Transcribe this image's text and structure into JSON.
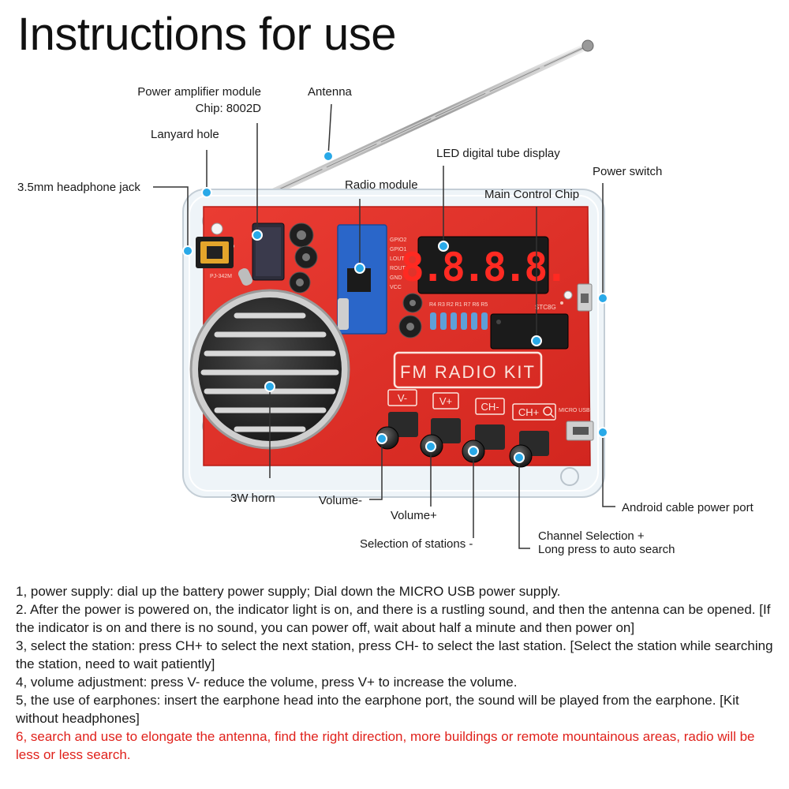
{
  "page": {
    "title": "Instructions for use"
  },
  "labels": {
    "power_amp_line1": "Power amplifier module",
    "power_amp_line2": "Chip: 8002D",
    "antenna": "Antenna",
    "lanyard_hole": "Lanyard hole",
    "headphone_jack": "3.5mm headphone jack",
    "radio_module": "Radio module",
    "led_display": "LED digital tube display",
    "main_chip": "Main Control Chip",
    "power_switch": "Power switch",
    "horn": "3W horn",
    "volume_minus": "Volume-",
    "volume_plus": "Volume+",
    "station_minus": "Selection of stations -",
    "channel_line1": "Channel Selection +",
    "channel_line2": "Long press to auto search",
    "usb_port": "Android cable power port"
  },
  "board": {
    "kit_name": "FM RADIO KIT",
    "display_digits": "8.8.8.8.",
    "buttons": [
      "V-",
      "V+",
      "CH-",
      "CH+"
    ],
    "usb_silkscreen": "MICRO USB",
    "chip_silkscreen": "STC8G",
    "jack_silkscreen": "PJ-342M",
    "resistor_labels": "R4 R3 R2 R1 R7 R6 R5",
    "pin_labels": [
      "GPIO2",
      "GPIO1",
      "LOUT",
      "ROUT",
      "GND",
      "VCC"
    ]
  },
  "colors": {
    "pcb_red": "#e4322b",
    "warning_text": "#e0211b",
    "marker_blue": "#29a9e8"
  },
  "instructions": [
    "1, power supply: dial up the battery power supply; Dial down the MICRO USB power supply.",
    "2. After the power is powered on, the indicator light is on, and there is a rustling sound, and then the antenna can be opened. [If the indicator is on and there is no sound, you can power off, wait about half a minute and then power on]",
    "3, select the station: press CH+ to select the next station, press CH- to select the last station. [Select the station while searching the station, need to wait patiently]",
    "4, volume adjustment: press V- reduce the volume, press V+ to increase the volume.",
    "5, the use of earphones: insert the earphone head into the earphone port, the sound will be played from the earphone. [Kit without headphones]"
  ],
  "warning": "6, search and use to elongate the antenna, find the right direction, more buildings or remote mountainous areas, radio will be less or less search."
}
